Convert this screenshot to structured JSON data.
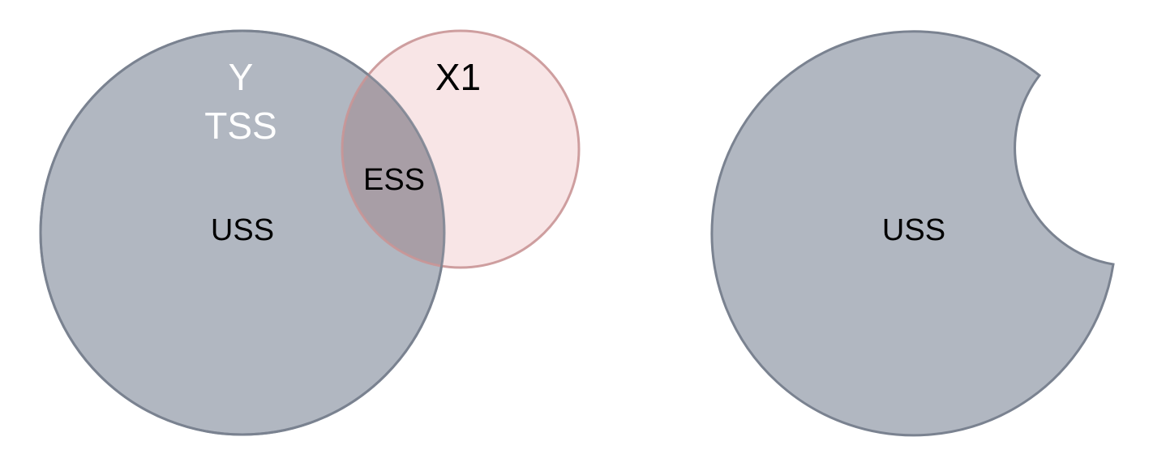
{
  "left_diagram": {
    "y_label": "Y",
    "tss_label": "TSS",
    "x1_label": "X1",
    "ess_label": "ESS",
    "uss_label": "USS"
  },
  "right_diagram": {
    "uss_label": "USS"
  },
  "colors": {
    "y_fill": "#b1b7c1",
    "y_stroke": "#7a8290",
    "x1_fill": "#f8e5e6",
    "x1_stroke": "#c99596",
    "overlap_fill": "#a89ea6",
    "residual_fill": "#b1b7c1",
    "residual_stroke": "#7a8290"
  }
}
